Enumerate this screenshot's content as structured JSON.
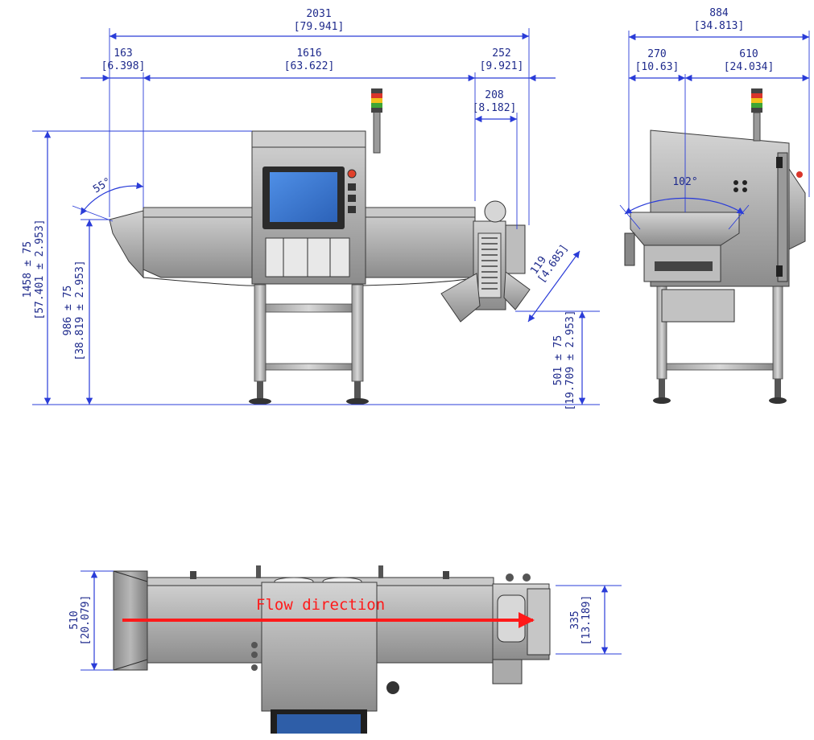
{
  "front_view": {
    "overall_width": {
      "mm": "2031",
      "in": "[79.941]"
    },
    "infeed_width": {
      "mm": "163",
      "in": "[6.398]"
    },
    "conveyor_width": {
      "mm": "1616",
      "in": "[63.622]"
    },
    "outfeed_width": {
      "mm": "252",
      "in": "[9.921]"
    },
    "reject_width": {
      "mm": "208",
      "in": "[8.182]"
    },
    "infeed_angle": "55°",
    "overall_height": {
      "mm": "1458 ± 75",
      "in": "[57.401 ± 2.953]"
    },
    "belt_height": {
      "mm": "986 ± 75",
      "in": "[38.819 ± 2.953]"
    },
    "reject_height": {
      "mm": "501 ± 75",
      "in": "[19.709 ± 2.953]"
    },
    "reject_opening": {
      "mm": "119",
      "in": "[4.685]"
    }
  },
  "side_view": {
    "overall_depth": {
      "mm": "884",
      "in": "[34.813]"
    },
    "front_offset": {
      "mm": "270",
      "in": "[10.63]"
    },
    "rear_depth": {
      "mm": "610",
      "in": "[24.034]"
    },
    "hopper_angle": "102°"
  },
  "top_view": {
    "flow_label": "Flow direction",
    "overall_width": {
      "mm": "510",
      "in": "[20.079]"
    },
    "belt_width": {
      "mm": "335",
      "in": "[13.189]"
    }
  },
  "colors": {
    "dimension": "#2a3cd8",
    "flow_arrow": "#ff1a1a",
    "steel": "#b5b5b5",
    "screen": "#3a7bd5"
  }
}
